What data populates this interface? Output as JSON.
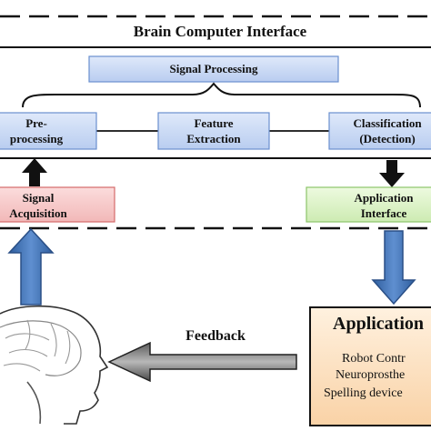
{
  "title": "Brain Computer Interface",
  "signal_processing": "Signal Processing",
  "preprocessing": [
    "Pre-",
    "processing"
  ],
  "feature_extraction": [
    "Feature",
    "Extraction"
  ],
  "classification": [
    "Classification",
    "(Detection)"
  ],
  "signal_acquisition": [
    "Signal",
    "Acquisition"
  ],
  "application_interface": [
    "Application",
    "Interface"
  ],
  "feedback": "Feedback",
  "applications": {
    "heading": "Application",
    "items": [
      "Robot Contr",
      "Neuroprosthe",
      "Spelling device"
    ]
  },
  "colors": {
    "blue_box": "#c9daf5",
    "blue_border": "#6a8fcf",
    "red_box": "#f7c9c9",
    "red_border": "#d46a6a",
    "green_box": "#dcf3c5",
    "green_border": "#8cc46a",
    "orange_box": "#fde3c6",
    "orange_border": "#d89a55",
    "blue_arrow": "#3e6fb0"
  }
}
